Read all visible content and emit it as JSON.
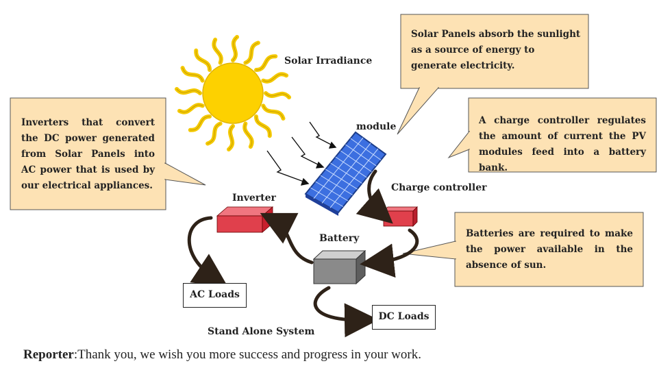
{
  "callouts": {
    "solar_panels": "Solar Panels absorb the sunlight as a source of energy to generate electricity.",
    "charge_controller": "A charge controller regulates the amount of current the PV modules feed into a battery bank.",
    "inverters": "Inverters that convert the DC power generated from Solar Panels into AC power that is used by our electrical appliances.",
    "batteries": "Batteries are required to make the power available in the absence of sun."
  },
  "labels": {
    "solar_irradiance": "Solar Irradiance",
    "module": "module",
    "charge_controller": "Charge controller",
    "inverter": "Inverter",
    "battery": "Battery",
    "ac_loads": "AC Loads",
    "dc_loads": "DC Loads",
    "system": "Stand Alone System"
  },
  "footer": {
    "speaker": "Reporter",
    "message": ":Thank you, we wish you more success and progress in your work."
  },
  "colors": {
    "callout_fill": "#fde2b4",
    "sun": "#fdd100",
    "sun_rays": "#f4c900",
    "panel": "#3c6fe0",
    "red_box": "#e0404c",
    "battery": "#8a8a8a",
    "arrow": "#2e2218"
  }
}
